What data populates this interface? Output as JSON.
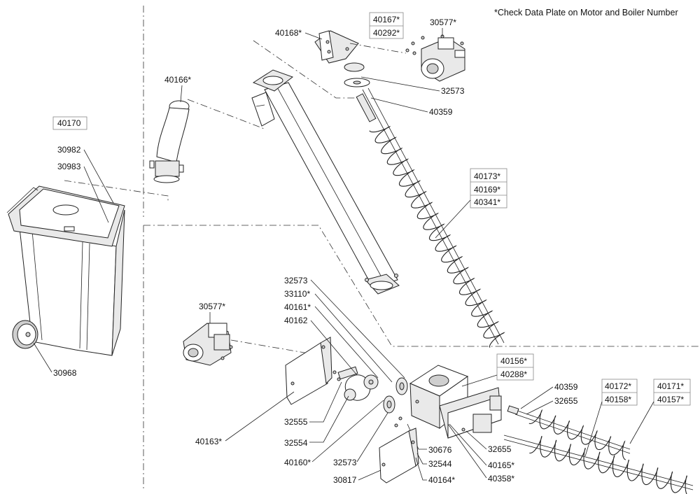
{
  "note": "*Check Data Plate on Motor and Boiler Number",
  "labels": {
    "p40170": "40170",
    "p30982": "30982",
    "p30983": "30983",
    "p30968": "30968",
    "p40166": "40166*",
    "p40168": "40168*",
    "p40167": "40167*",
    "p40292": "40292*",
    "p30577_top": "30577*",
    "p32573_top": "32573",
    "p40359_top": "40359",
    "p40173": "40173*",
    "p40169": "40169*",
    "p40341": "40341*",
    "p32573_mid": "32573",
    "p33110": "33110*",
    "p40161": "40161*",
    "p40162": "40162",
    "p30577_left": "30577*",
    "p40163": "40163*",
    "p32555": "32555",
    "p32554": "32554",
    "p40160": "40160*",
    "p32573_bot": "32573",
    "p30817": "30817",
    "p30676": "30676",
    "p32544": "32544",
    "p40164": "40164*",
    "p40165": "40165*",
    "p40358": "40358*",
    "p32655_a": "32655",
    "p40156": "40156*",
    "p40288": "40288*",
    "p40359_right": "40359",
    "p32655_b": "32655",
    "p40172": "40172*",
    "p40158": "40158*",
    "p40171": "40171*",
    "p40157": "40157*"
  }
}
